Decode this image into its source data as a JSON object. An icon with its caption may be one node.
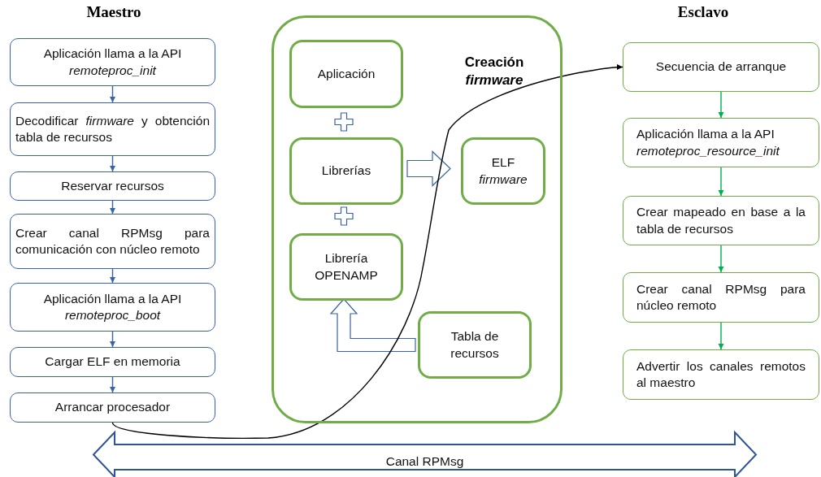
{
  "diagram": {
    "nodes": [
      {
        "text": [
          "Aplicación llama a la API *remoteproc_init*"
        ]
      },
      {
        "text": [
          "Decodificar *firmware* y obtención tabla de recursos"
        ]
      },
      {
        "text": [
          "Reservar recursos"
        ]
      },
      {
        "text": [
          "Crear canal RPMsg para comunicación con núcleo remoto"
        ]
      },
      {
        "text": [
          "Aplicación llama a la API *remoteproc_boot*"
        ]
      },
      {
        "text": [
          "Cargar ELF en memoria"
        ]
      },
      {
        "text": [
          "Arrancar procesador"
        ]
      },
      {
        "text": [
          "Creación *firmware*"
        ]
      },
      {
        "text": [
          "Aplicación"
        ],
        "in": 7
      },
      {
        "text": [
          "Librerías"
        ],
        "in": 7
      },
      {
        "text": [
          "Librería OPENAMP"
        ],
        "in": 7
      },
      {
        "text": [
          "ELF *firmware*"
        ],
        "in": 7
      },
      {
        "text": [
          "Tabla de recursos"
        ],
        "in": 7
      },
      {
        "text": [
          "Secuencia de arranque"
        ]
      },
      {
        "text": [
          "Aplicación llama a la API *remoteproc_resource_init*"
        ]
      },
      {
        "text": [
          "Crear mapeado en base a la tabla de recursos"
        ]
      },
      {
        "text": [
          "Crear canal RPMsg para núcleo remoto"
        ]
      },
      {
        "text": [
          "Advertir los canales remotos al maestro"
        ]
      },
      {
        "text": [
          "Canal RPMsg"
        ]
      }
    ],
    "edges": [
      {
        "from": 0,
        "to": 1,
        "arrow": "to"
      },
      {
        "from": 1,
        "to": 2,
        "arrow": "to"
      },
      {
        "from": 2,
        "to": 3,
        "arrow": "to"
      },
      {
        "from": 3,
        "to": 4,
        "arrow": "to"
      },
      {
        "from": 4,
        "to": 5,
        "arrow": "to"
      },
      {
        "from": 5,
        "to": 6,
        "arrow": "to"
      },
      {
        "from": 13,
        "to": 14,
        "arrow": "to",
        "color": "#00b050"
      },
      {
        "from": 14,
        "to": 15,
        "arrow": "to",
        "color": "#00b050"
      },
      {
        "from": 15,
        "to": 16,
        "arrow": "to",
        "color": "#00b050"
      },
      {
        "from": 16,
        "to": 17,
        "arrow": "to",
        "color": "#00b050"
      },
      {
        "from": 9,
        "to": 11,
        "arrow": "to",
        "style": "thick"
      },
      {
        "from": 12,
        "to": 10,
        "arrow": "to",
        "style": "thick"
      },
      {
        "from": 6,
        "to": 13,
        "arrow": "to",
        "color": "#000000"
      }
    ],
    "labels": [
      "Maestro",
      "Esclavo"
    ]
  }
}
